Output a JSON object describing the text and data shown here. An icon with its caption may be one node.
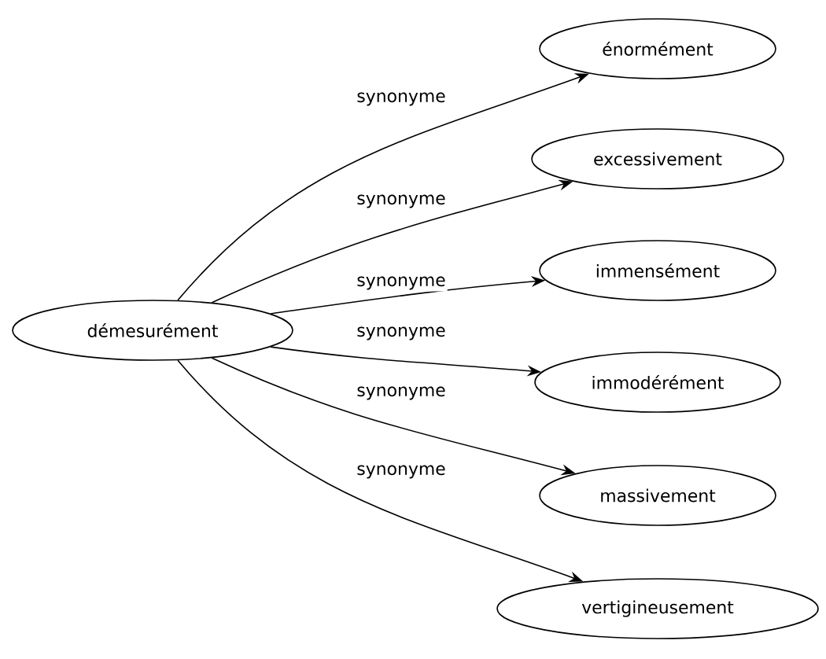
{
  "diagram": {
    "nodes": [
      {
        "text": [
          "démesurément"
        ]
      },
      {
        "text": [
          "énormément"
        ]
      },
      {
        "text": [
          "excessivement"
        ]
      },
      {
        "text": [
          "immensément"
        ]
      },
      {
        "text": [
          "immodérément"
        ]
      },
      {
        "text": [
          "massivement"
        ]
      },
      {
        "text": [
          "vertigineusement"
        ]
      }
    ],
    "edges": [
      {
        "from": 0,
        "to": 1,
        "arrow": "to",
        "label": "synonyme"
      },
      {
        "from": 0,
        "to": 2,
        "arrow": "to",
        "label": "synonyme"
      },
      {
        "from": 0,
        "to": 3,
        "arrow": "to",
        "label": "synonyme"
      },
      {
        "from": 0,
        "to": 4,
        "arrow": "to",
        "label": "synonyme"
      },
      {
        "from": 0,
        "to": 5,
        "arrow": "to",
        "label": "synonyme"
      },
      {
        "from": 0,
        "to": 6,
        "arrow": "to",
        "label": "synonyme"
      }
    ]
  }
}
